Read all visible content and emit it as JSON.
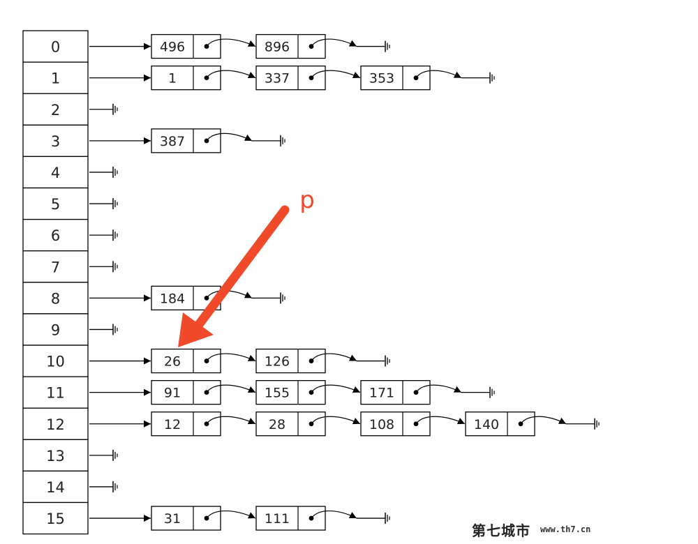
{
  "table": {
    "rows": [
      {
        "index": "0",
        "chain": [
          "496",
          "896"
        ]
      },
      {
        "index": "1",
        "chain": [
          "1",
          "337",
          "353"
        ]
      },
      {
        "index": "2",
        "chain": []
      },
      {
        "index": "3",
        "chain": [
          "387"
        ]
      },
      {
        "index": "4",
        "chain": []
      },
      {
        "index": "5",
        "chain": []
      },
      {
        "index": "6",
        "chain": []
      },
      {
        "index": "7",
        "chain": []
      },
      {
        "index": "8",
        "chain": [
          "184"
        ]
      },
      {
        "index": "9",
        "chain": []
      },
      {
        "index": "10",
        "chain": [
          "26",
          "126"
        ]
      },
      {
        "index": "11",
        "chain": [
          "91",
          "155",
          "171"
        ]
      },
      {
        "index": "12",
        "chain": [
          "12",
          "28",
          "108",
          "140"
        ]
      },
      {
        "index": "13",
        "chain": []
      },
      {
        "index": "14",
        "chain": []
      },
      {
        "index": "15",
        "chain": [
          "31",
          "111"
        ]
      }
    ]
  },
  "pointer": {
    "label": "p",
    "target_row": "10",
    "target_node": "26",
    "color": "#f04a2a"
  },
  "watermark": {
    "site_name": "第七城市",
    "url": "www.th7.cn"
  }
}
